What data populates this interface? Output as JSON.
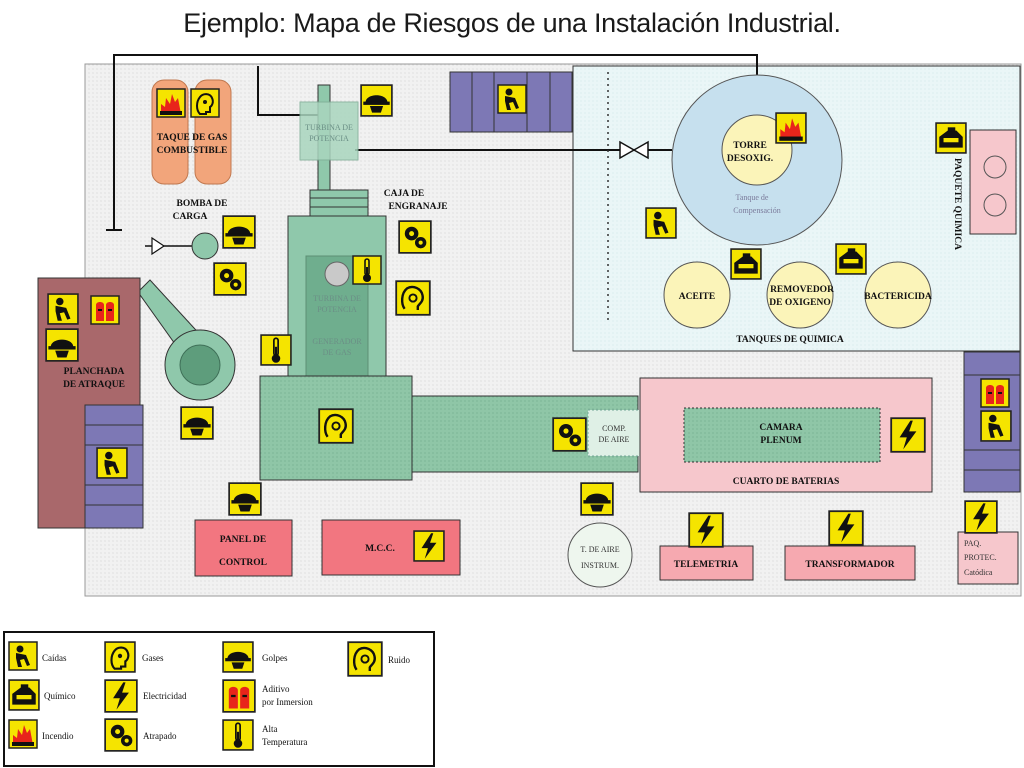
{
  "title": "Ejemplo: Mapa de Riesgos de una Instalación Industrial.",
  "labels": {
    "tanque_gas_1": "TAQUE DE GAS",
    "tanque_gas_2": "COMBUSTIBLE",
    "bomba_1": "BOMBA DE",
    "bomba_2": "CARGA",
    "turbina_1": "TURBINA DE",
    "turbina_2": "POTENCIA",
    "caja_1": "CAJA DE",
    "caja_2": "ENGRANAJE",
    "turbina_pot_1": "TURBINA DE",
    "turbina_pot_2": "POTENCIA",
    "generador_1": "GENERADOR",
    "generador_2": "DE GAS",
    "planchada_1": "PLANCHADA",
    "planchada_2": "DE ATRAQUE",
    "torre_1": "TORRE",
    "torre_2": "DESOXIG.",
    "tanque_comp_1": "Tanque de",
    "tanque_comp_2": "Compensación",
    "paquete_quimica": "PAQUETE QUIMICA",
    "aceite": "ACEITE",
    "removedor_1": "REMOVEDOR",
    "removedor_2": "DE OXIGENO",
    "bactericida": "BACTERICIDA",
    "tanques_quimica": "TANQUES DE QUIMICA",
    "comp_aire_1": "COMP.",
    "comp_aire_2": "DE AIRE",
    "camara_1": "CAMARA",
    "camara_2": "PLENUM",
    "cuarto_baterias": "CUARTO DE BATERIAS",
    "panel_1": "PANEL DE",
    "panel_2": "CONTROL",
    "mcc": "M.C.C.",
    "aire_1": "T. DE AIRE",
    "aire_2": "INSTRUM.",
    "telemetria": "TELEMETRIA",
    "transformador": "TRANSFORMADOR",
    "paq_1": "PAQ.",
    "paq_2": "PROTEC.",
    "paq_3": "Catódica"
  },
  "legend": [
    {
      "icon": "caidas-icon",
      "label": "Caídas"
    },
    {
      "icon": "gases-icon",
      "label": "Gases"
    },
    {
      "icon": "golpes-icon",
      "label": "Golpes"
    },
    {
      "icon": "ruido-icon",
      "label": "Ruido"
    },
    {
      "icon": "quimico-icon",
      "label": "Químico"
    },
    {
      "icon": "electricidad-icon",
      "label": "Electricidad"
    },
    {
      "icon": "aditivos-icon",
      "label": "Aditivo"
    },
    {
      "icon": "aditivos-icon-2",
      "label": "por Inmersion"
    },
    {
      "icon": "incendio-icon",
      "label": "Incendio"
    },
    {
      "icon": "atrapado-icon",
      "label": "Atrapado"
    },
    {
      "icon": "alta-temp-icon",
      "label": "Alta"
    },
    {
      "icon": "alta-temp-icon-2",
      "label": "Temperatura"
    }
  ],
  "colors": {
    "hazard_fill": "#f5e400",
    "plant_floor": "#ededed",
    "chem_area": "#e9f6f7",
    "green_equip": "#8fc8ab",
    "pink_room": "#f6c7cc",
    "red_room": "#f27680",
    "purple_dock": "#7d78b5",
    "brown_dock": "#a9686b",
    "tank_orange": "#f2a57b"
  }
}
